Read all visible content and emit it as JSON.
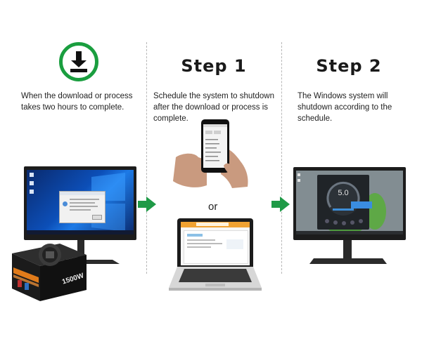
{
  "intro": {
    "text_line1": "When the download or process",
    "text_line2": "takes two hours to complete."
  },
  "step1": {
    "title": "Step 1",
    "text_line1": "Schedule the system to shutdown",
    "text_line2": "after the download or process is",
    "text_line3": "complete."
  },
  "step2": {
    "title": "Step 2",
    "text_line1": "The Windows system will",
    "text_line2": "shutdown according to the",
    "text_line3": "schedule."
  },
  "or_label": "or",
  "psu": {
    "label": "1500W"
  },
  "dial": {
    "value": "5.0"
  },
  "colors": {
    "green": "#1a9e3f",
    "arrow": "#1f9a47"
  }
}
